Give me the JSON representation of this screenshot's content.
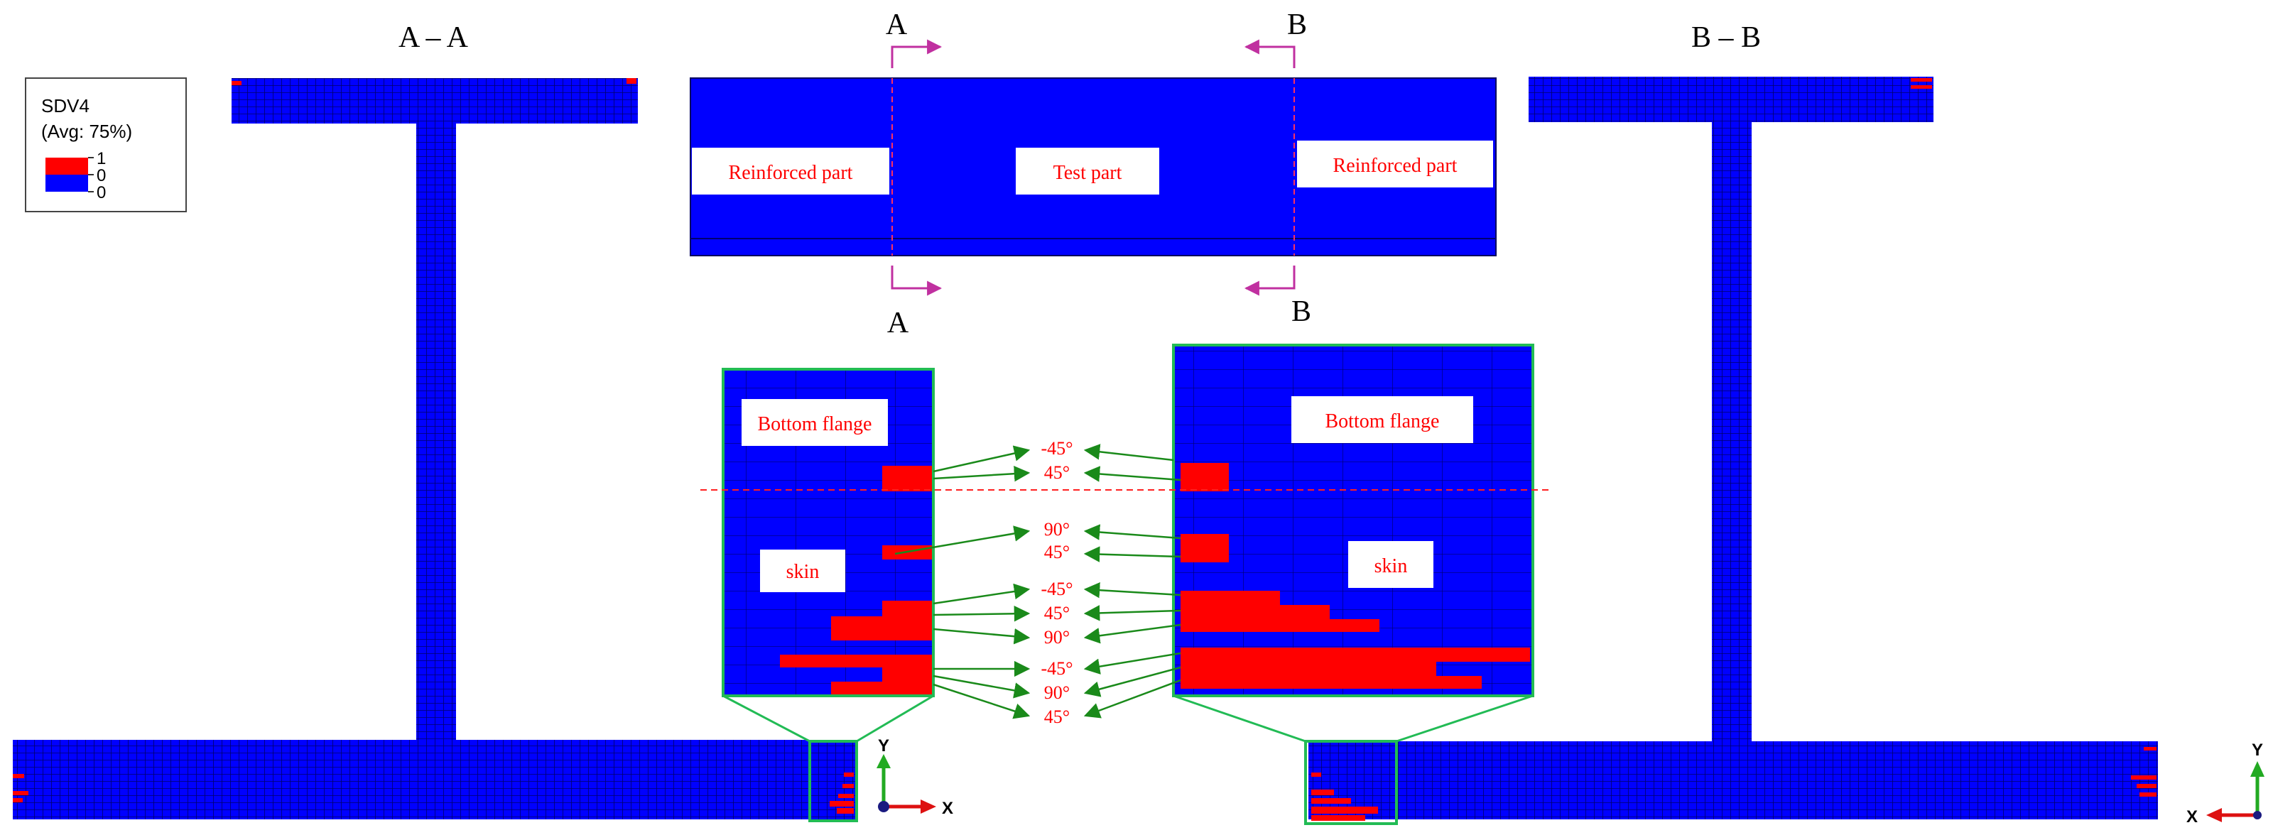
{
  "legend": {
    "title": "SDV4",
    "subtitle": "(Avg: 75%)",
    "entries": [
      {
        "label": "1",
        "color": "#ff0000"
      },
      {
        "label": "0",
        "color": "#0000ff"
      },
      {
        "label": "0",
        "color": "#0000ff"
      }
    ]
  },
  "sections": {
    "left_title": "A – A",
    "right_title": "B – B",
    "cut_a": "A",
    "cut_b": "B"
  },
  "specimen": {
    "left_label": "Reinforced part",
    "center_label": "Test part",
    "right_label": "Reinforced part"
  },
  "zoom": {
    "left_flange_label": "Bottom flange",
    "left_skin_label": "skin",
    "right_flange_label": "Bottom flange",
    "right_skin_label": "skin"
  },
  "ply_angles": [
    "-45°",
    "45°",
    "90°",
    "45°",
    "-45°",
    "45°",
    "90°",
    "-45°",
    "90°",
    "45°"
  ],
  "axes": {
    "x": "X",
    "y": "Y"
  },
  "colors": {
    "damage": "#ff0000",
    "intact": "#0000ff",
    "zoom_frame": "#22bb55",
    "arrow": "#1a8a1a",
    "cut_arrow": "#c030a0",
    "label_text": "#ff0000"
  }
}
